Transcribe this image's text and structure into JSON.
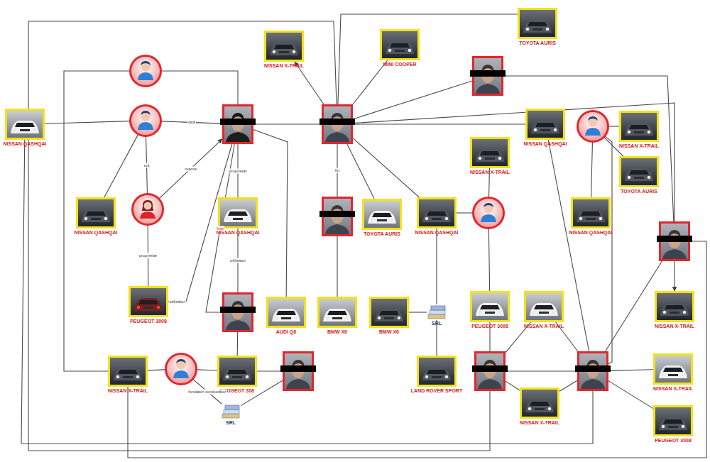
{
  "diagram": {
    "nodes": [
      {
        "text": [
          "TOYOTA AURIS"
        ]
      },
      {
        "text": [
          "NISSAN X-TRAIL"
        ]
      },
      {
        "text": [
          "MINI COOPER"
        ]
      },
      {
        "text": []
      },
      {
        "text": []
      },
      {
        "text": [
          "NISSAN QASHQAI"
        ]
      },
      {
        "text": []
      },
      {
        "text": []
      },
      {
        "text": []
      },
      {
        "text": [
          "NISSAN QASHQAI"
        ]
      },
      {
        "text": []
      },
      {
        "text": [
          "NISSAN X-TRAIL"
        ]
      },
      {
        "text": [
          "NISSAN X-TRAIL"
        ]
      },
      {
        "text": [
          "TOYOTA AURIS"
        ]
      },
      {
        "text": [
          "NISSAN QASHQAI"
        ]
      },
      {
        "text": []
      },
      {
        "text": [
          "NISSAN QASHQAI"
        ]
      },
      {
        "text": []
      },
      {
        "text": [
          "TOYOTA AURIS"
        ]
      },
      {
        "text": [
          "NISSAN QASHQAI"
        ]
      },
      {
        "text": []
      },
      {
        "text": [
          "NISSAN QASHQAI"
        ]
      },
      {
        "text": []
      },
      {
        "text": [
          "PEUGEOT 3008"
        ]
      },
      {
        "text": []
      },
      {
        "text": [
          "AUDI Q8"
        ]
      },
      {
        "text": [
          "BMW X6"
        ]
      },
      {
        "text": [
          "BMW X6"
        ]
      },
      {
        "text": [
          "SRL"
        ]
      },
      {
        "text": [
          "PEUGEOT 3008"
        ]
      },
      {
        "text": [
          "NISSAN X-TRAIL"
        ]
      },
      {
        "text": [
          "NISSAN X-TRAIL"
        ]
      },
      {
        "text": [
          "NISSAN X-TRAIL"
        ]
      },
      {
        "text": []
      },
      {
        "text": [
          "PEUGEOT 308"
        ]
      },
      {
        "text": []
      },
      {
        "text": [
          "LAND ROVER SPORT"
        ]
      },
      {
        "text": []
      },
      {
        "text": []
      },
      {
        "text": [
          "NISSAN X-TRAIL"
        ]
      },
      {
        "text": [
          "NISSAN X-TRAIL"
        ]
      },
      {
        "text": [
          "SRL"
        ]
      },
      {
        "text": [
          "PEUGEOT 3008"
        ]
      }
    ],
    "edges": [
      {
        "from": 8,
        "to": 1,
        "arrow": "to"
      },
      {
        "from": 8,
        "to": 0,
        "arrow": "none"
      },
      {
        "from": 8,
        "to": 2,
        "arrow": "none"
      },
      {
        "from": 8,
        "to": 4,
        "arrow": "none"
      },
      {
        "from": 6,
        "to": 7,
        "label": "tată",
        "arrow": "none"
      },
      {
        "from": 5,
        "to": 6,
        "arrow": "none"
      },
      {
        "from": 3,
        "to": 7,
        "arrow": "none"
      },
      {
        "from": 3,
        "to": 32,
        "arrow": "none"
      },
      {
        "from": 7,
        "to": 8,
        "arrow": "none"
      },
      {
        "from": 6,
        "to": 14,
        "arrow": "none"
      },
      {
        "from": 6,
        "to": 15,
        "label": "soț",
        "arrow": "none"
      },
      {
        "from": 15,
        "to": 7,
        "label": "mama",
        "arrow": "to"
      },
      {
        "from": 15,
        "to": 23,
        "label": "proprietar",
        "arrow": "none"
      },
      {
        "from": 23,
        "to": 7,
        "label": "utilizator",
        "arrow": "none"
      },
      {
        "from": 7,
        "to": 16,
        "label": "proprietar",
        "arrow": "none"
      },
      {
        "from": 16,
        "to": 24,
        "label": "utilizator",
        "arrow": "none"
      },
      {
        "from": 7,
        "to": 24,
        "label": "frați",
        "arrow": "none"
      },
      {
        "from": 7,
        "to": 25,
        "arrow": "none"
      },
      {
        "from": 8,
        "to": 17,
        "label": "fiu",
        "arrow": "none"
      },
      {
        "from": 8,
        "to": 18,
        "arrow": "none"
      },
      {
        "from": 8,
        "to": 19,
        "arrow": "none"
      },
      {
        "from": 17,
        "to": 26,
        "arrow": "none"
      },
      {
        "from": 8,
        "to": 9,
        "arrow": "none"
      },
      {
        "from": 8,
        "to": 22,
        "arrow": "none"
      },
      {
        "from": 4,
        "to": 22,
        "arrow": "none"
      },
      {
        "from": 10,
        "to": 11,
        "arrow": "none"
      },
      {
        "from": 10,
        "to": 13,
        "arrow": "none"
      },
      {
        "from": 10,
        "to": 21,
        "arrow": "none"
      },
      {
        "from": 10,
        "to": 38,
        "arrow": "none"
      },
      {
        "from": 9,
        "to": 38,
        "arrow": "none"
      },
      {
        "from": 19,
        "to": 20,
        "arrow": "none"
      },
      {
        "from": 20,
        "to": 29,
        "arrow": "none"
      },
      {
        "from": 19,
        "to": 28,
        "arrow": "none"
      },
      {
        "from": 27,
        "to": 28,
        "arrow": "none"
      },
      {
        "from": 28,
        "to": 36,
        "arrow": "none"
      },
      {
        "from": 29,
        "to": 37,
        "arrow": "none"
      },
      {
        "from": 30,
        "to": 37,
        "arrow": "none"
      },
      {
        "from": 30,
        "to": 38,
        "arrow": "none"
      },
      {
        "from": 37,
        "to": 38,
        "arrow": "none"
      },
      {
        "from": 37,
        "to": 40,
        "arrow": "none"
      },
      {
        "from": 40,
        "to": 38,
        "arrow": "none"
      },
      {
        "from": 38,
        "to": 39,
        "arrow": "none"
      },
      {
        "from": 38,
        "to": 42,
        "arrow": "none"
      },
      {
        "from": 22,
        "to": 31,
        "arrow": "to"
      },
      {
        "from": 22,
        "to": 38,
        "arrow": "none"
      },
      {
        "from": 24,
        "to": 34,
        "arrow": "none"
      },
      {
        "from": 34,
        "to": 33,
        "arrow": "none"
      },
      {
        "from": 33,
        "to": 32,
        "arrow": "none"
      },
      {
        "from": 33,
        "to": 41,
        "label": "fondator conducător",
        "arrow": "none"
      },
      {
        "from": 34,
        "to": 35,
        "arrow": "none"
      },
      {
        "from": 35,
        "to": 41,
        "arrow": "none"
      },
      {
        "from": 8,
        "to": 37,
        "arrow": "none"
      },
      {
        "from": 5,
        "to": 38,
        "arrow": "none"
      },
      {
        "from": 22,
        "to": 32,
        "arrow": "none"
      },
      {
        "from": 12,
        "to": 20,
        "arrow": "none"
      }
    ]
  }
}
